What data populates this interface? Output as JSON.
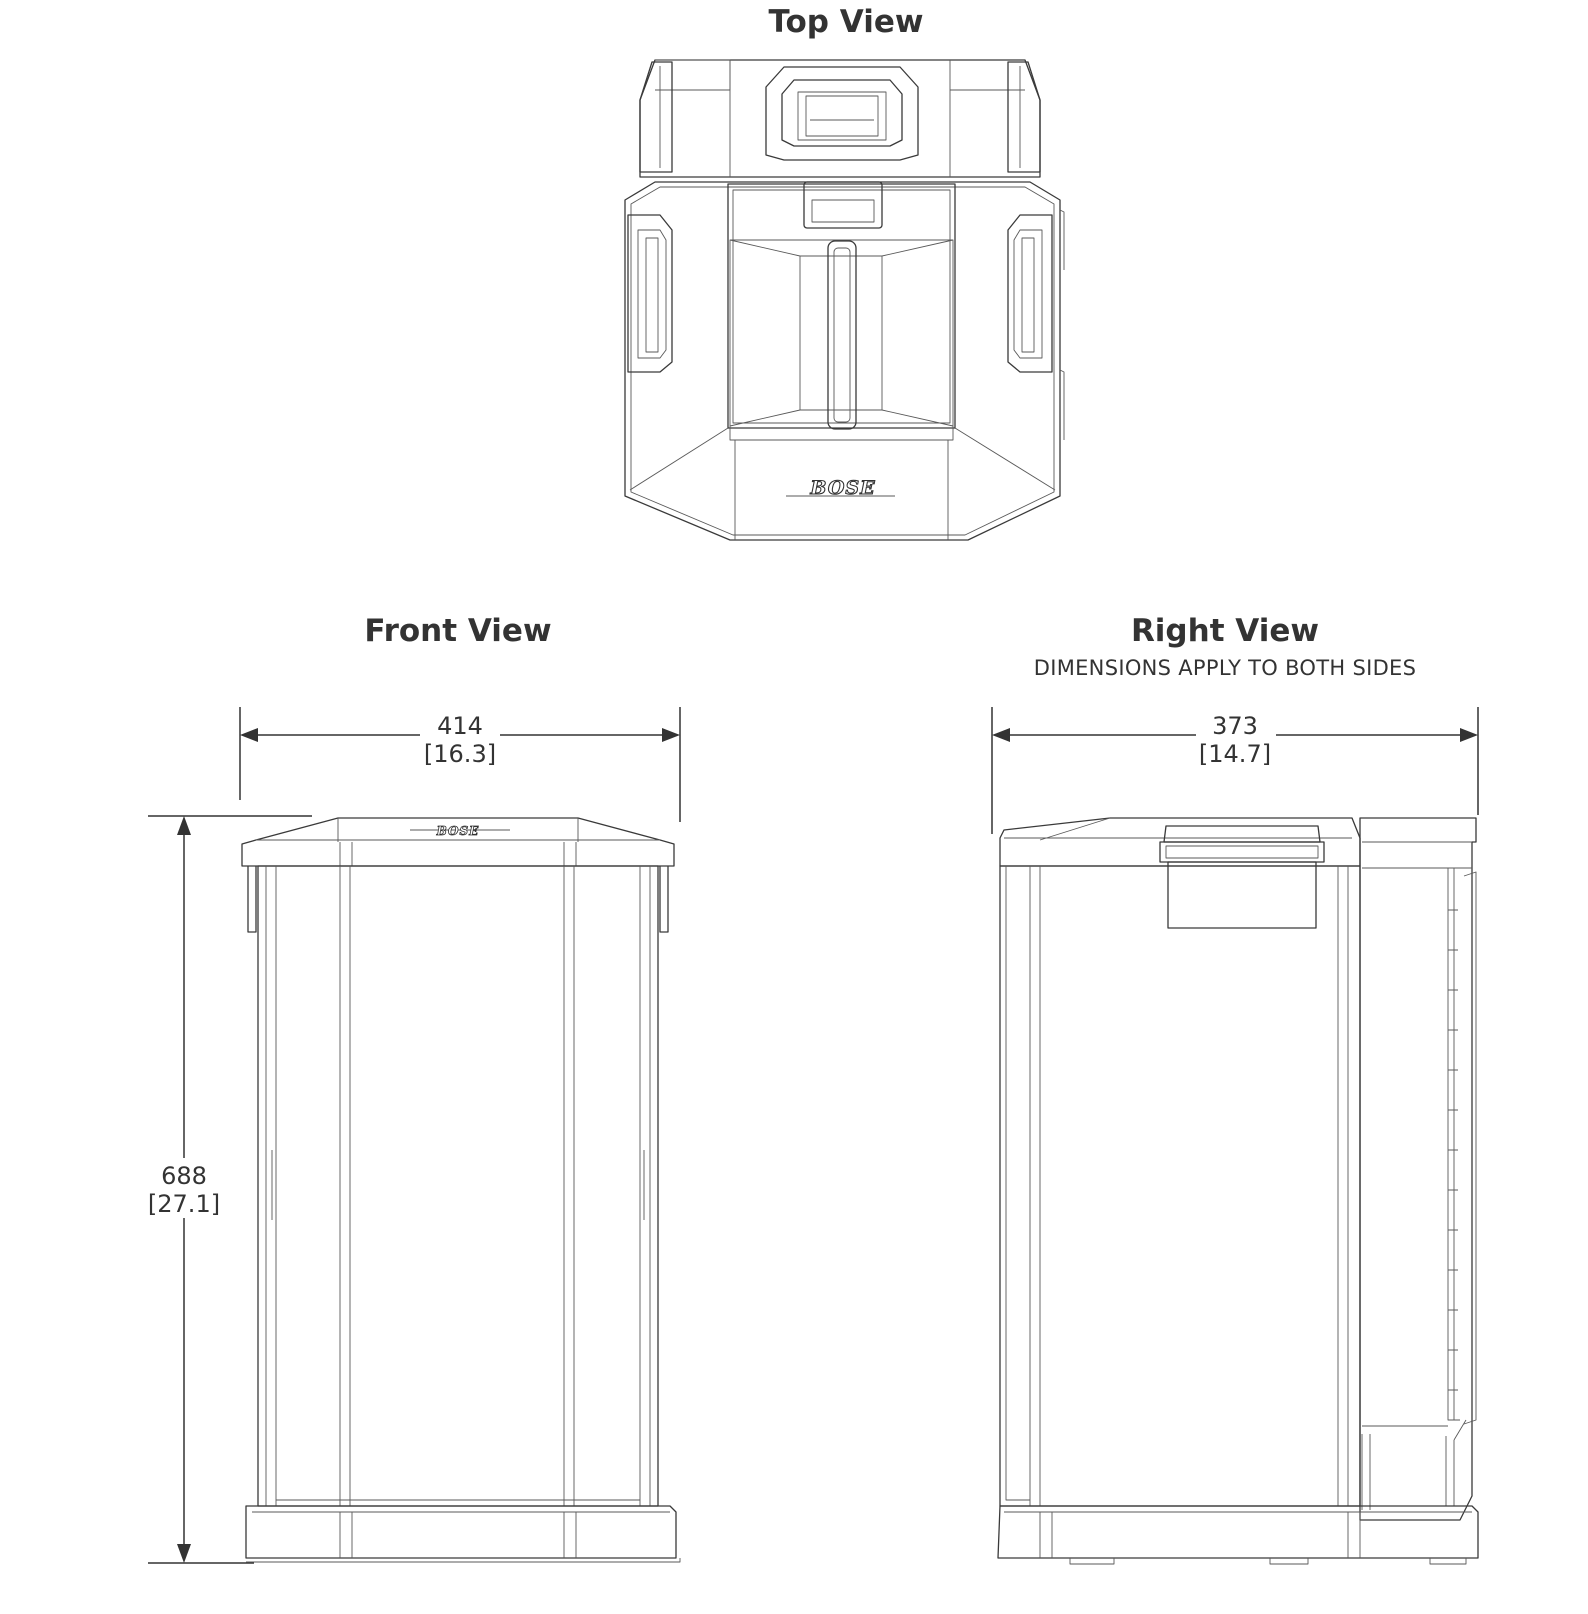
{
  "views": {
    "top": {
      "title": "Top View",
      "logo": "BOSE"
    },
    "front": {
      "title": "Front View",
      "width_dimension": {
        "mm": "414",
        "in": "[16.3]"
      },
      "height_dimension": {
        "mm": "688",
        "in": "[27.1]"
      },
      "logo": "BOSE"
    },
    "right": {
      "title": "Right View",
      "note": "DIMENSIONS APPLY TO BOTH SIDES",
      "depth_dimension": {
        "mm": "373",
        "in": "[14.7]"
      }
    }
  },
  "colors": {
    "line": "#333333",
    "background": "#ffffff"
  }
}
